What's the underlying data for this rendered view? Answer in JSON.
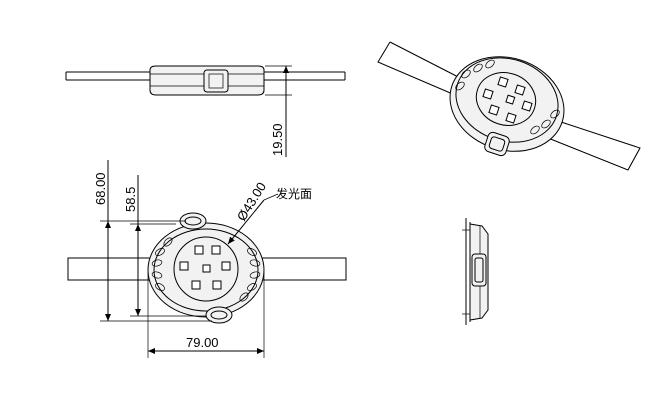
{
  "dimensions": {
    "height_side": "19.50",
    "height_outer": "68.00",
    "height_inner": "58.5",
    "width": "79.00",
    "diameter": "Ø43.00"
  },
  "labels": {
    "emitting_surface": "发光面"
  }
}
